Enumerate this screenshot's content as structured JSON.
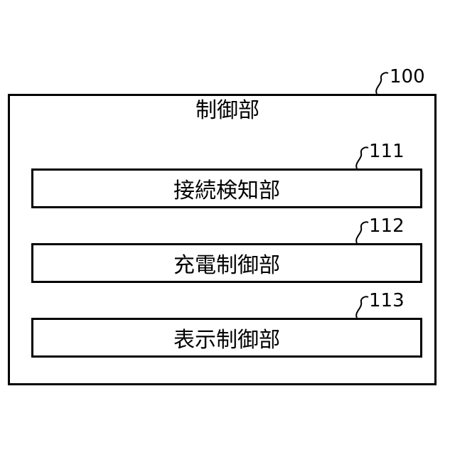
{
  "control_unit": {
    "ref": "100",
    "title": "制御部"
  },
  "sub_units": [
    {
      "ref": "111",
      "label": "接続検知部"
    },
    {
      "ref": "112",
      "label": "充電制御部"
    },
    {
      "ref": "113",
      "label": "表示制御部"
    }
  ]
}
